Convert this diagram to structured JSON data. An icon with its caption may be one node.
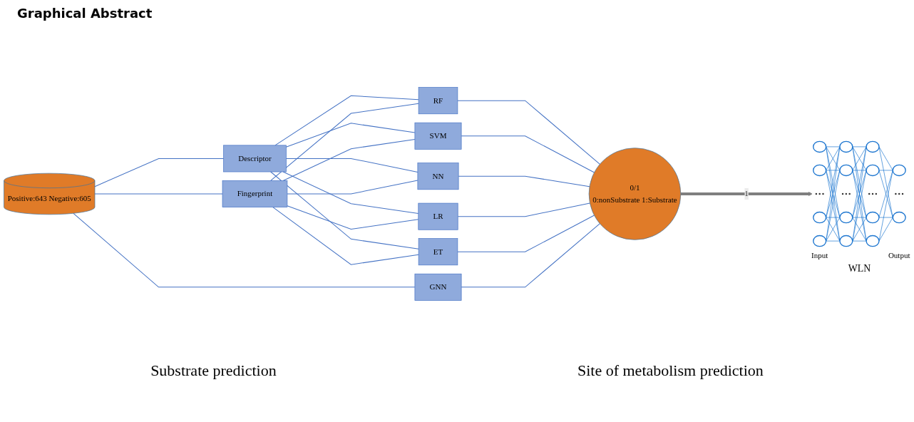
{
  "diagram": {
    "title": "Graphical Abstract",
    "nodes": [
      {
        "text": [
          "Positive:643 Negative:605"
        ]
      },
      {
        "text": [
          "Descriptor"
        ]
      },
      {
        "text": [
          "Fingerprint"
        ]
      },
      {
        "text": [
          "RF"
        ]
      },
      {
        "text": [
          "SVM"
        ]
      },
      {
        "text": [
          "NN"
        ]
      },
      {
        "text": [
          "LR"
        ]
      },
      {
        "text": [
          "ET"
        ]
      },
      {
        "text": [
          "GNN"
        ]
      },
      {
        "text": [
          "0/1",
          "0:nonSubstrate 1:Substrate"
        ]
      },
      {
        "text": [],
        "shape": "picture",
        "beside": [
          "Input",
          "Output",
          "WLN"
        ]
      }
    ],
    "edges": [
      {
        "from": 0,
        "to": 1,
        "arrow": "none"
      },
      {
        "from": 0,
        "to": 2,
        "arrow": "none"
      },
      {
        "from": 0,
        "to": 8,
        "arrow": "none"
      },
      {
        "from": 1,
        "to": 3,
        "arrow": "none"
      },
      {
        "from": 1,
        "to": 4,
        "arrow": "none"
      },
      {
        "from": 1,
        "to": 5,
        "arrow": "none"
      },
      {
        "from": 1,
        "to": 6,
        "arrow": "none"
      },
      {
        "from": 1,
        "to": 7,
        "arrow": "none"
      },
      {
        "from": 2,
        "to": 3,
        "arrow": "none"
      },
      {
        "from": 2,
        "to": 4,
        "arrow": "none"
      },
      {
        "from": 2,
        "to": 5,
        "arrow": "none"
      },
      {
        "from": 2,
        "to": 6,
        "arrow": "none"
      },
      {
        "from": 2,
        "to": 7,
        "arrow": "none"
      },
      {
        "from": 3,
        "to": 9,
        "arrow": "none"
      },
      {
        "from": 4,
        "to": 9,
        "arrow": "none"
      },
      {
        "from": 5,
        "to": 9,
        "arrow": "none"
      },
      {
        "from": 6,
        "to": 9,
        "arrow": "none"
      },
      {
        "from": 7,
        "to": 9,
        "arrow": "none"
      },
      {
        "from": 8,
        "to": 9,
        "arrow": "none"
      },
      {
        "from": 9,
        "to": 10,
        "arrow": "to",
        "label": "1",
        "style": "thick",
        "color": "#7f7f7f"
      }
    ],
    "labels": [
      "Substrate prediction",
      "Site of metabolism prediction"
    ]
  }
}
